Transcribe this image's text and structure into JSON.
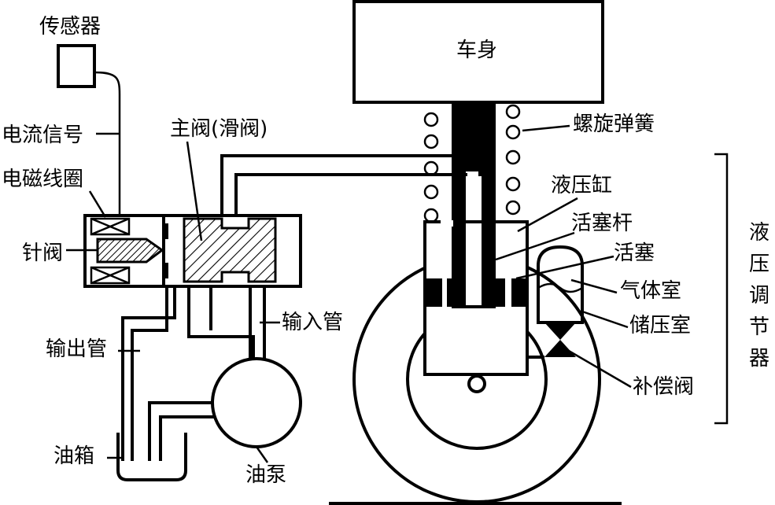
{
  "labels": {
    "sensor": "传感器",
    "current_signal": "电流信号",
    "solenoid_coil": "电磁线圈",
    "needle_valve": "针阀",
    "main_valve": "主阀(滑阀)",
    "output_pipe": "输出管",
    "input_pipe": "输入管",
    "oil_tank": "油箱",
    "oil_pump": "油泵",
    "car_body": "车身",
    "coil_spring": "螺旋弹簧",
    "hydraulic_cylinder": "液压缸",
    "piston_rod": "活塞杆",
    "piston": "活塞",
    "gas_chamber": "气体室",
    "accumulator": "储压室",
    "compensation_valve": "补偿阀",
    "regulator_vertical": [
      "液",
      "压",
      "调",
      "节",
      "器"
    ]
  }
}
